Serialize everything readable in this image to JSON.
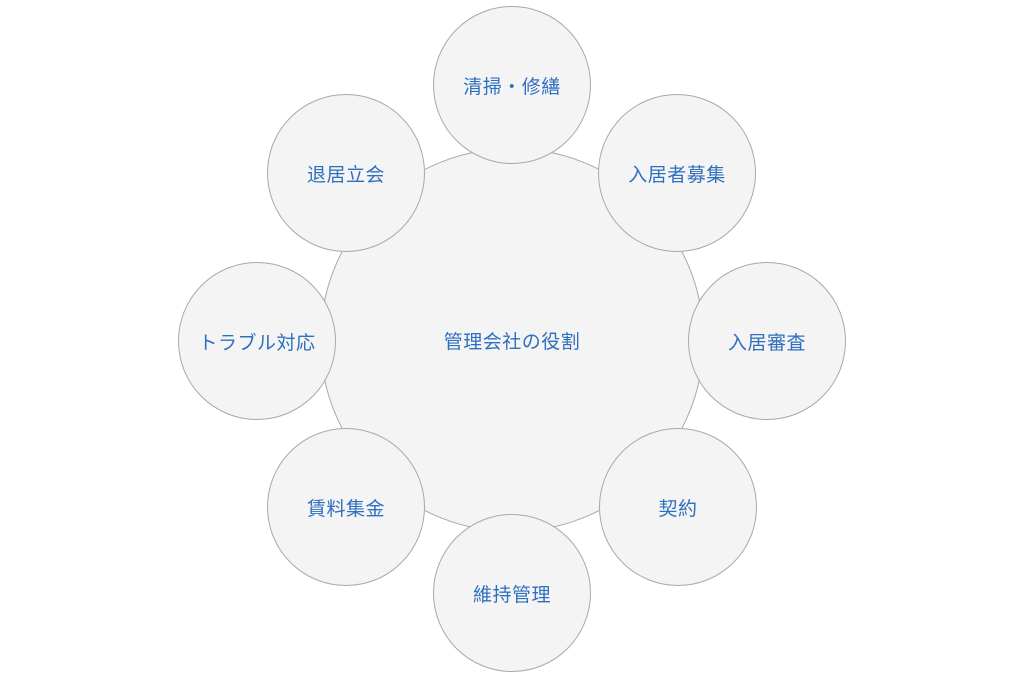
{
  "diagram": {
    "center": {
      "label": "管理会社の役割"
    },
    "satellites": [
      {
        "label": "清掃・修繕"
      },
      {
        "label": "入居者募集"
      },
      {
        "label": "入居審査"
      },
      {
        "label": "契約"
      },
      {
        "label": "維持管理"
      },
      {
        "label": "賃料集金"
      },
      {
        "label": "トラブル対応"
      },
      {
        "label": "退居立会"
      }
    ]
  },
  "colors": {
    "circle_fill": "#f4f4f4",
    "circle_stroke": "#a9a9a9",
    "label_text": "#2f6fbf"
  }
}
